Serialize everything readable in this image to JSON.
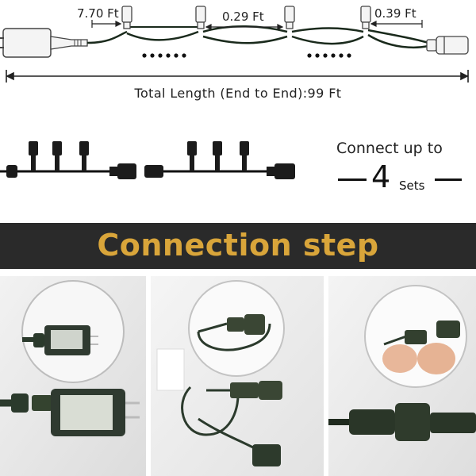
{
  "diagram": {
    "dimension_labels": {
      "lead_length": "7.70 Ft",
      "bulb_spacing": "0.29 Ft",
      "tail_length": "0.39 Ft"
    },
    "total_length": "Total Length (End to End):99 Ft"
  },
  "connect": {
    "line1": "Connect up to",
    "number": "4",
    "unit": "Sets"
  },
  "banner": {
    "title": "Connection step"
  },
  "colors": {
    "banner_bg": "#2a2a2a",
    "banner_text": "#d9a53a",
    "cable": "#1a2a1c"
  }
}
